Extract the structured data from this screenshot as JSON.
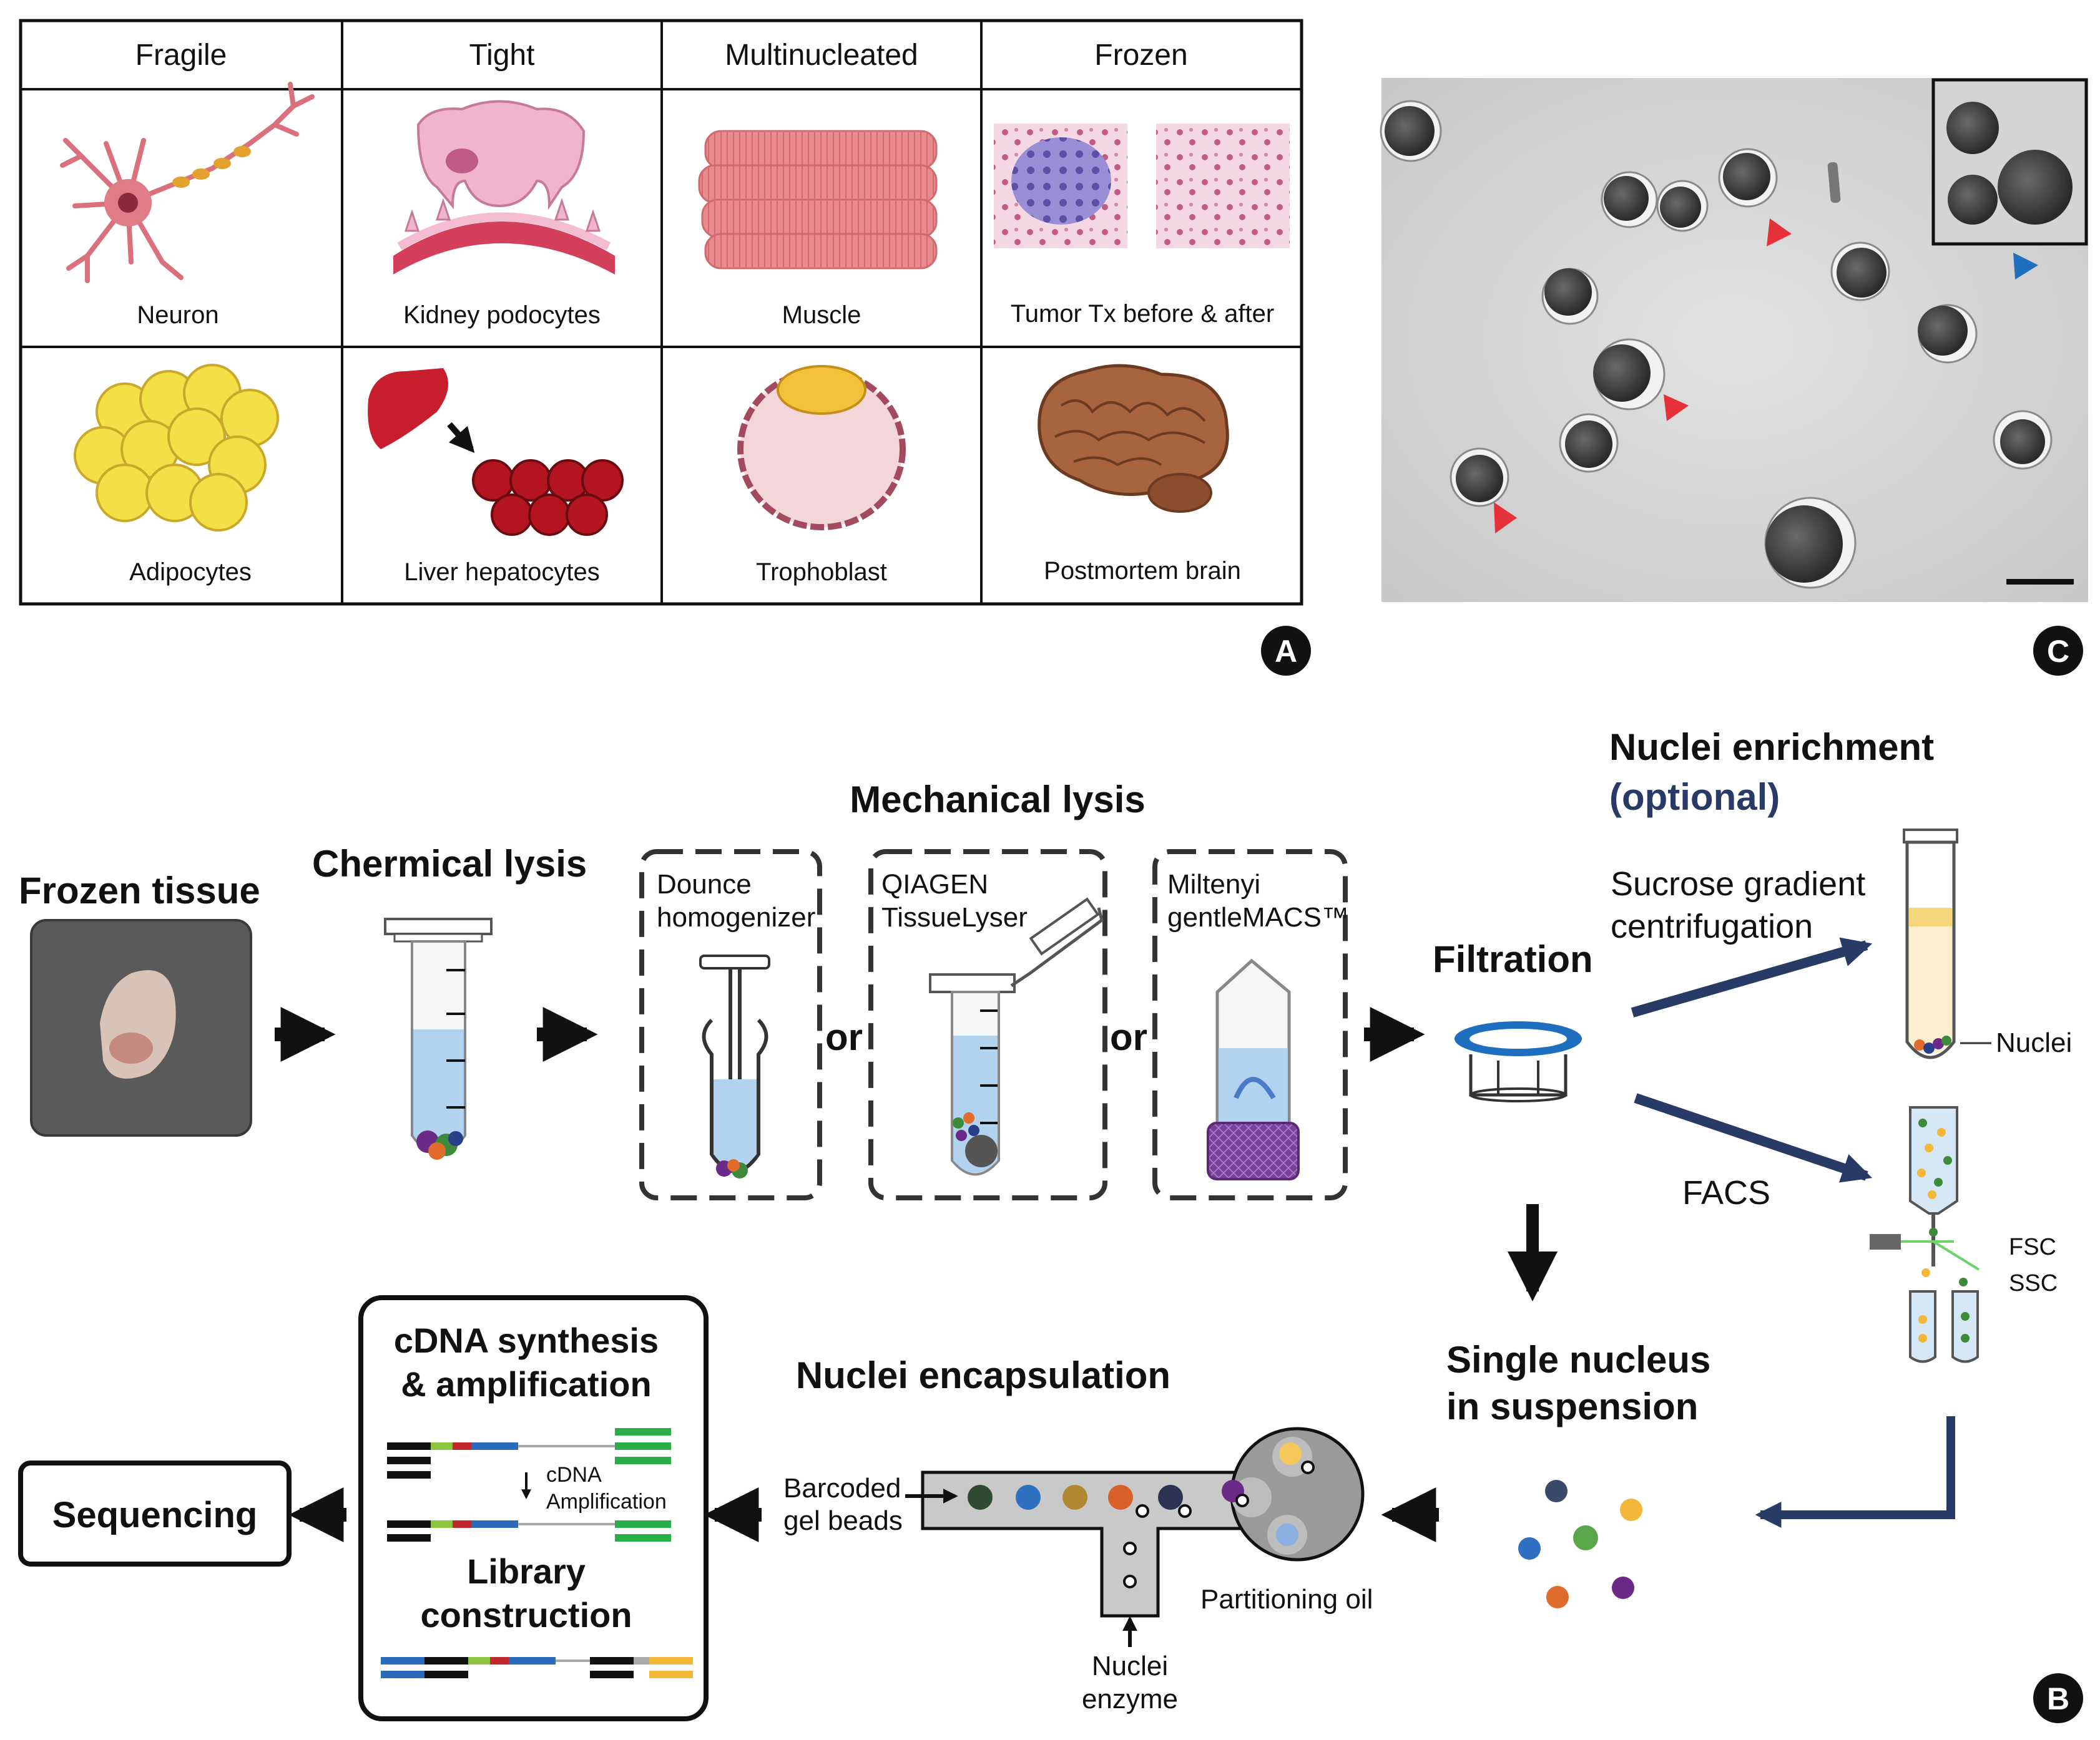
{
  "panel_a": {
    "headers": [
      "Fragile",
      "Tight",
      "Multinucleated",
      "Frozen"
    ],
    "row1": [
      "Neuron",
      "Kidney podocytes",
      "Muscle",
      "Tumor Tx before & after"
    ],
    "row2": [
      "Adipocytes",
      "Liver hepatocytes",
      "Trophoblast",
      "Postmortem brain"
    ]
  },
  "panel_letters": {
    "a": "A",
    "b": "B",
    "c": "C"
  },
  "steps": {
    "frozen_tissue": "Frozen tissue",
    "chemical_lysis": "Chermical lysis",
    "mechanical_lysis": "Mechanical lysis",
    "filtration": "Filtration",
    "enrichment_1": "Nuclei enrichment",
    "enrichment_2": "(optional)",
    "single_1": "Single nucleus",
    "single_2": "in suspension",
    "encapsulation": "Nuclei encapsulation",
    "sequencing": "Sequencing"
  },
  "devices": {
    "dounce_1": "Dounce",
    "dounce_2": "homogenizer",
    "qiagen_1": "QIAGEN",
    "qiagen_2": "TissueLyser",
    "miltenyi_1": "Miltenyi",
    "miltenyi_2": "gentleMACS™",
    "or": "or"
  },
  "enrichment": {
    "sucrose_1": "Sucrose gradient",
    "sucrose_2": "centrifugation",
    "nuclei": "Nuclei",
    "facs": "FACS",
    "fsc": "FSC",
    "ssc": "SSC"
  },
  "encap": {
    "barcoded_1": "Barcoded",
    "barcoded_2": "gel  beads",
    "partitioning": "Partitioning  oil",
    "nuclei_1": "Nuclei",
    "nuclei_2": "enzyme"
  },
  "library": {
    "line1": "cDNA  synthesis",
    "line2": "& amplification",
    "cdna": "cDNA",
    "amplification": "Amplification",
    "lib1": "Library",
    "lib2": "construction"
  },
  "colors": {
    "arrow_navy": "#283a66",
    "enrichment_blue": "#283a66",
    "marker_red": "#e5323a",
    "marker_blue": "#1f6fc0"
  }
}
